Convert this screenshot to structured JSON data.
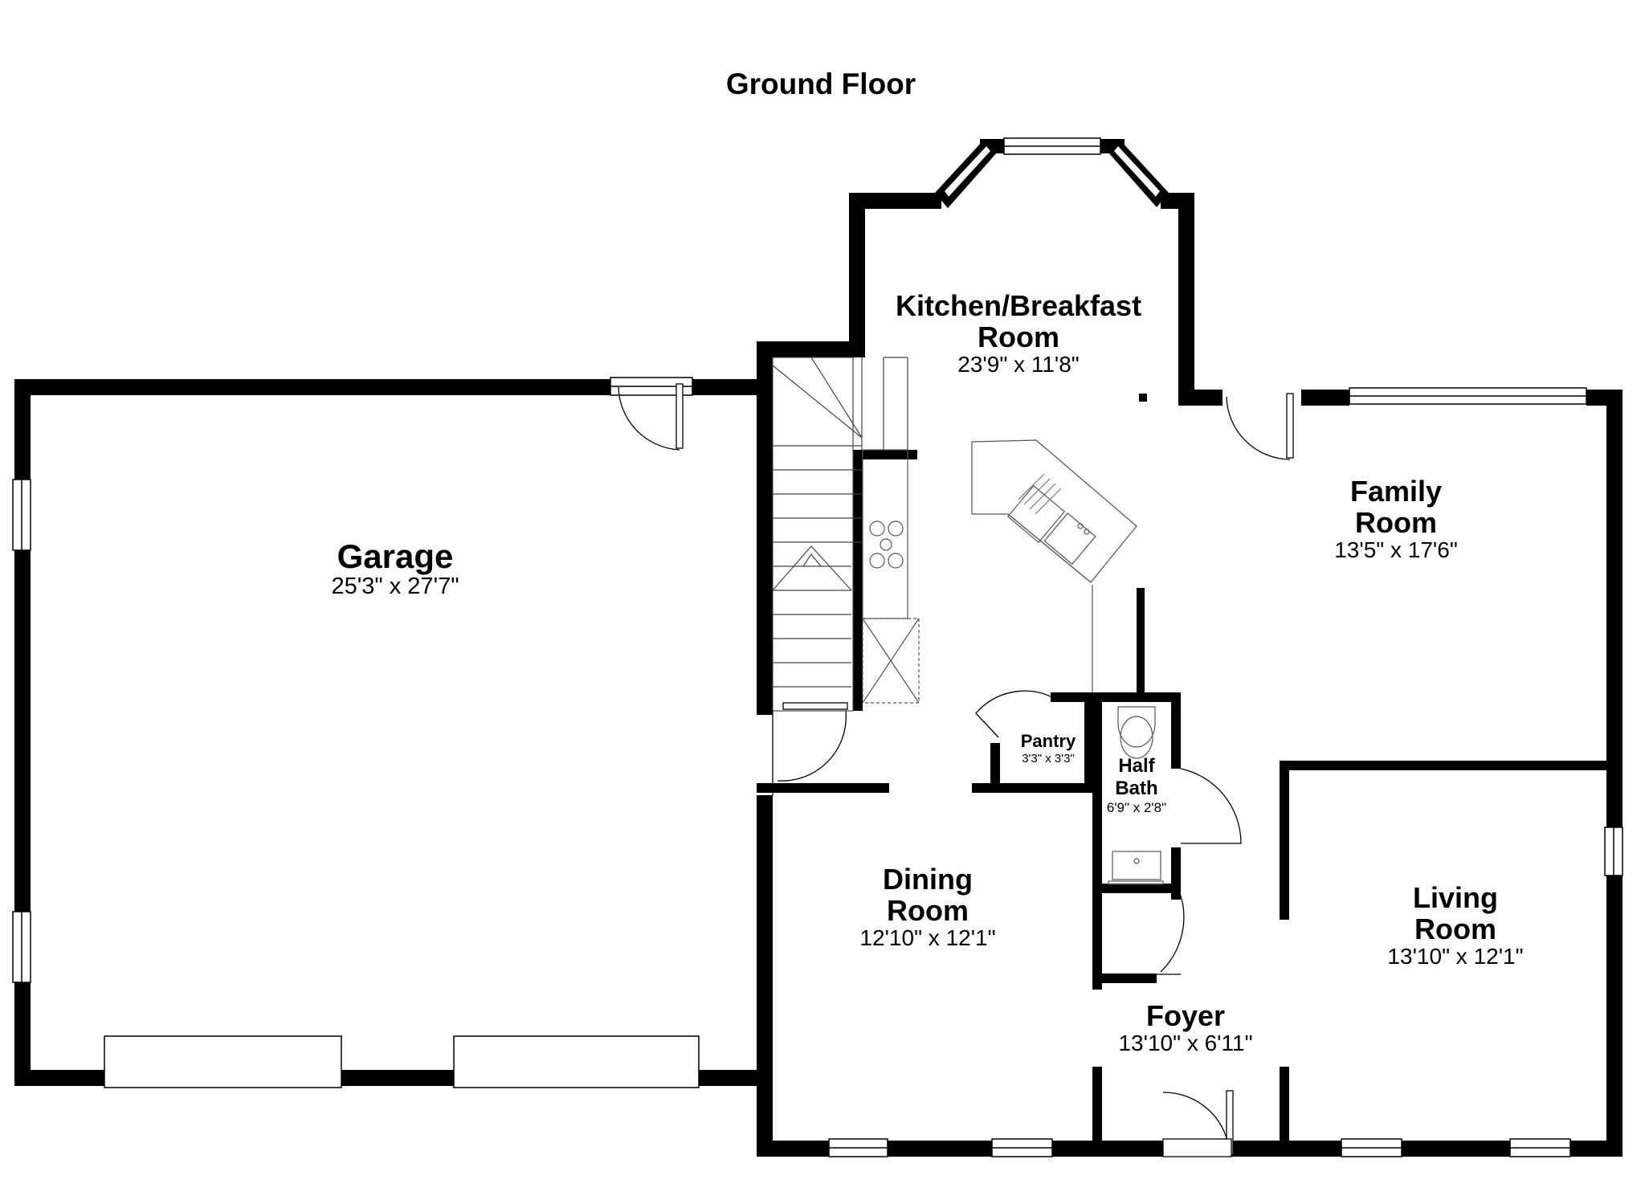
{
  "floor": {
    "title": "Ground Floor"
  },
  "rooms": [
    {
      "id": "garage",
      "name": "Garage",
      "dimensions": "25'3\" x 27'7\""
    },
    {
      "id": "kitchen",
      "name": "Kitchen/Breakfast",
      "name_line2": "Room",
      "dimensions": "23'9\" x 11'8\""
    },
    {
      "id": "family",
      "name": "Family",
      "name_line2": "Room",
      "dimensions": "13'5\" x 17'6\""
    },
    {
      "id": "pantry",
      "name": "Pantry",
      "dimensions": "3'3\" x 3'3\""
    },
    {
      "id": "halfbath",
      "name": "Half",
      "name_line2": "Bath",
      "dimensions": "6'9\" x 2'8\""
    },
    {
      "id": "dining",
      "name": "Dining",
      "name_line2": "Room",
      "dimensions": "12'10\" x 12'1\""
    },
    {
      "id": "living",
      "name": "Living",
      "name_line2": "Room",
      "dimensions": "13'10\" x 12'1\""
    },
    {
      "id": "foyer",
      "name": "Foyer",
      "dimensions": "13'10\" x 6'11\""
    }
  ],
  "colors": {
    "wall": "#000000",
    "fixture_line": "#555555",
    "background": "#ffffff"
  }
}
